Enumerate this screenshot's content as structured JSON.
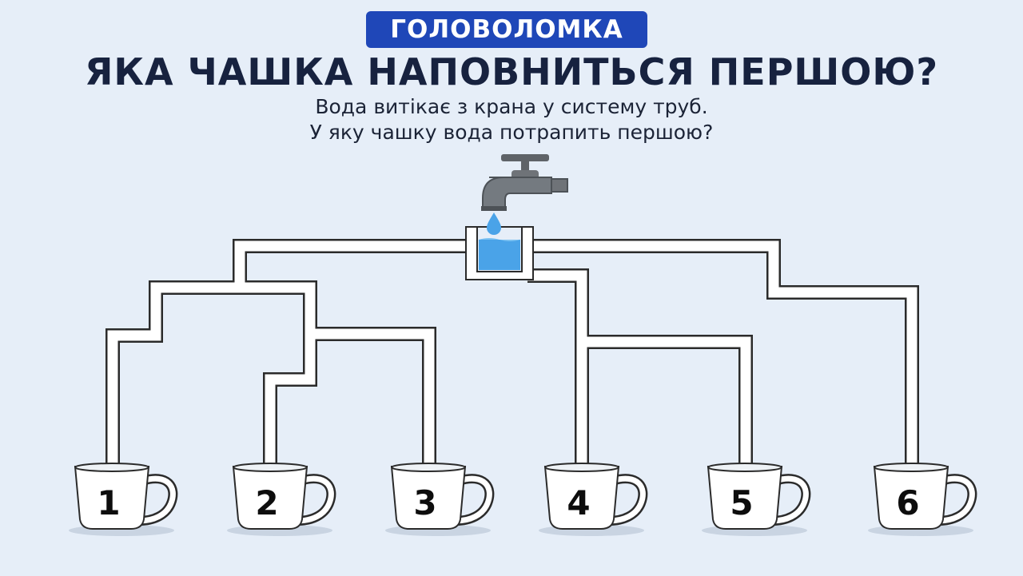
{
  "header": {
    "badge": "ГОЛОВОЛОМКА",
    "title": "ЯКА ЧАШКА НАПОВНИТЬСЯ ПЕРШОЮ?",
    "subtitle_lines": [
      "Вода витікає з крана у систему труб.",
      "У яку чашку вода потрапить першою?"
    ]
  },
  "cups": [
    {
      "label": "1"
    },
    {
      "label": "2"
    },
    {
      "label": "3"
    },
    {
      "label": "4"
    },
    {
      "label": "5"
    },
    {
      "label": "6"
    }
  ],
  "colors": {
    "background": "#e6eef8",
    "badge": "#1f47b8",
    "water": "#4aa3e8",
    "pipe_outline": "#2b2b2b",
    "tap": "#6f7378"
  },
  "icons": {
    "tap": "faucet-icon",
    "drop": "water-drop-icon",
    "cup": "cup-icon"
  }
}
